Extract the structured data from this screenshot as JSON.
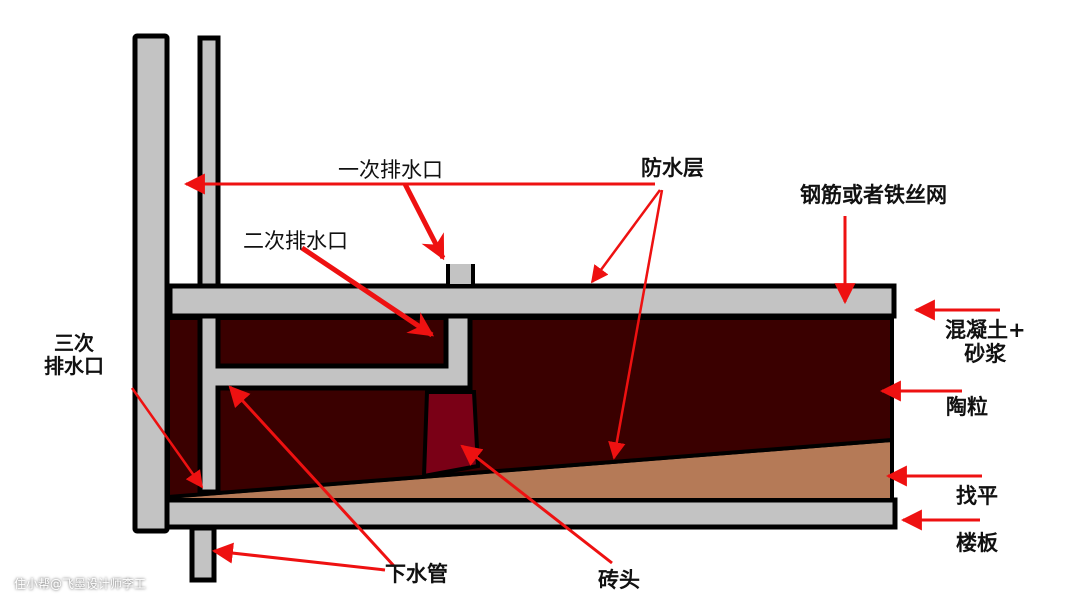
{
  "title": "防水层与排水构造剖面示意",
  "labels": {
    "primary_drain": "一次排水口",
    "secondary_drain": "二次排水口",
    "tertiary_drain": "三次\n排水口",
    "waterproof_layer": "防水层",
    "rebar_mesh": "钢筋或者铁丝网",
    "concrete_mortar": "混凝土+\n砂浆",
    "ceramsite": "陶粒",
    "leveling": "找平",
    "floor_slab": "楼板",
    "drain_pipe": "下水管",
    "brick": "砖头"
  },
  "watermark": "住小帮@飞墨设计师李工",
  "colors": {
    "structure_fill": "#c3c3c3",
    "outline": "#000000",
    "ceramsite_fill": "#3a0000",
    "brick_fill": "#7a0016",
    "leveling_fill": "#b57a57",
    "arrow": "#ee1111"
  }
}
